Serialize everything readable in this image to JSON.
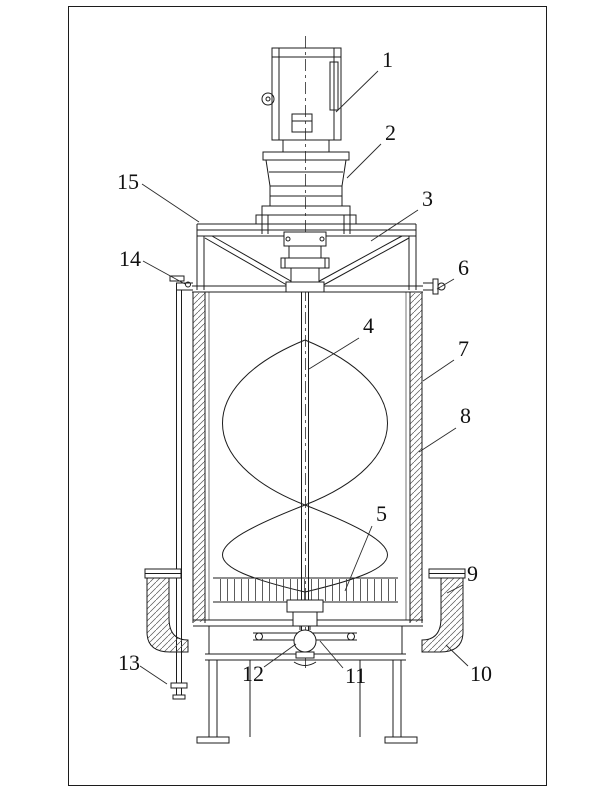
{
  "colors": {
    "paper": "#ffffff",
    "ink": "#1c1c1c"
  },
  "callouts": [
    {
      "label": "1"
    },
    {
      "label": "2"
    },
    {
      "label": "3"
    },
    {
      "label": "4"
    },
    {
      "label": "5"
    },
    {
      "label": "6"
    },
    {
      "label": "7"
    },
    {
      "label": "8"
    },
    {
      "label": "9"
    },
    {
      "label": "10"
    },
    {
      "label": "11"
    },
    {
      "label": "12"
    },
    {
      "label": "13"
    },
    {
      "label": "14"
    },
    {
      "label": "15"
    }
  ]
}
